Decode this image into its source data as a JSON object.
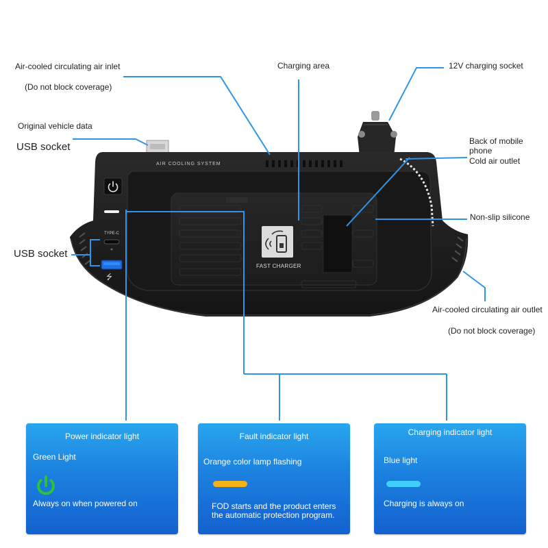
{
  "colors": {
    "line": "#2f95e8",
    "card_top": "#29a6ee",
    "card_bottom": "#1361cf",
    "green_led": "#2ec23a",
    "orange_led": "#f3b21a",
    "blue_led": "#3fd0ff",
    "body": "#1e1e1e"
  },
  "labels": {
    "air_inlet": "Air-cooled circulating air inlet",
    "air_inlet_note": "(Do not block coverage)",
    "charging_area": "Charging area",
    "socket_12v": "12V charging socket",
    "original_vehicle_data": "Original vehicle data",
    "usb_socket_top": "USB socket",
    "back_of_phone": "Back of mobile phone",
    "cold_air_outlet": "Cold air outlet",
    "non_slip_silicone": "Non-slip silicone",
    "usb_socket_left": "USB socket",
    "air_outlet": "Air-cooled circulating air outlet",
    "air_outlet_note": "(Do not block coverage)"
  },
  "device": {
    "vent_text": "AIR COOLING SYSTEM",
    "fast_charger": "FAST CHARGER",
    "type_c": "TYPE-C",
    "usb_symbol": "usb-icon",
    "power_symbol": "power-icon"
  },
  "cards": [
    {
      "title": "Power indicator light",
      "subtitle": "Green Light",
      "icon": "power-icon",
      "description": "Always on when powered on"
    },
    {
      "title": "Fault indicator light",
      "subtitle": "Orange color lamp flashing",
      "description": "FOD starts and the product enters the automatic protection program."
    },
    {
      "title": "Charging indicator light",
      "subtitle": "Blue light",
      "description": "Charging is always on"
    }
  ]
}
